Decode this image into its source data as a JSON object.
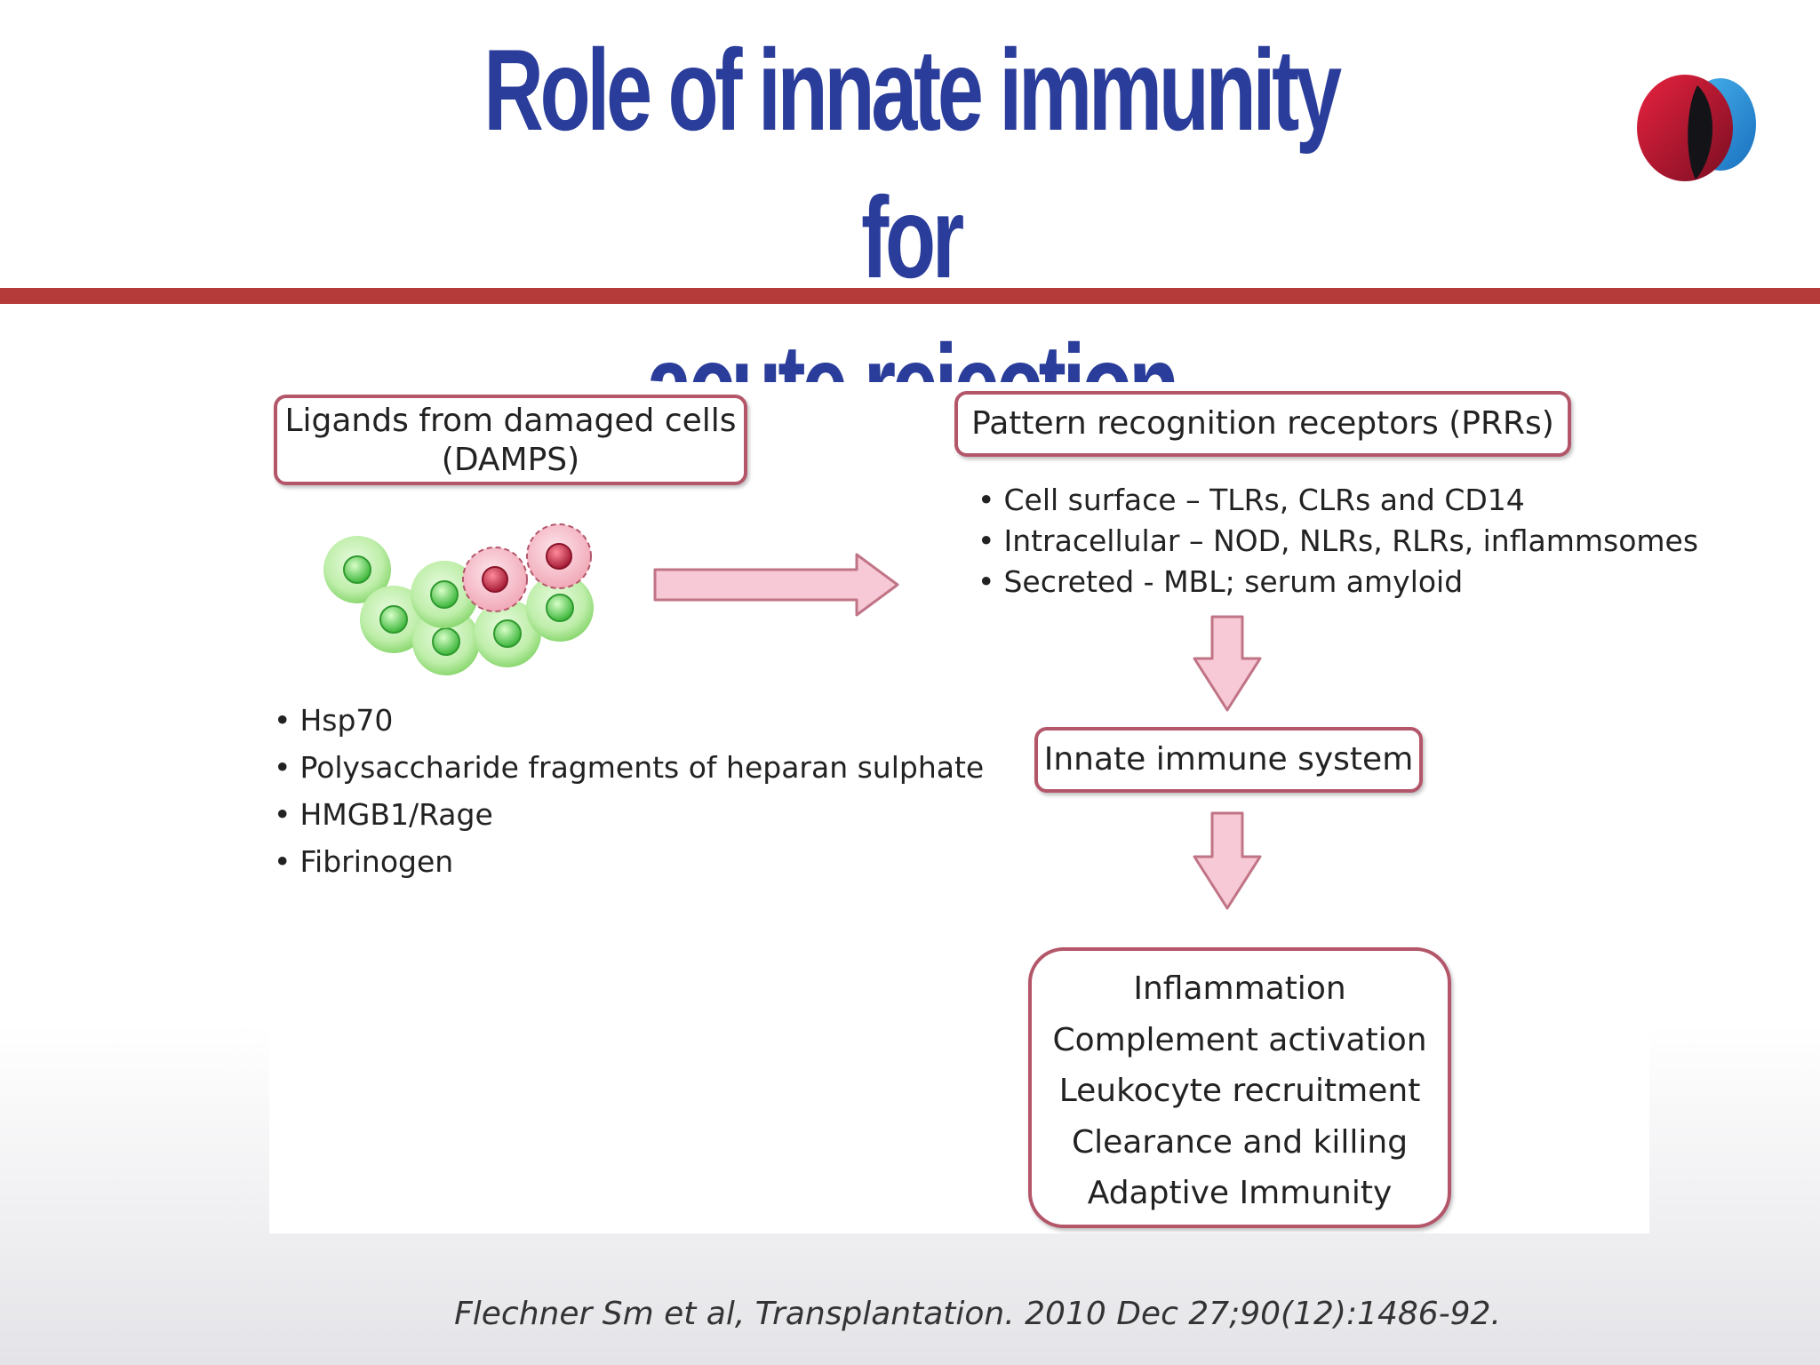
{
  "slide": {
    "title_line1": "Role of innate immunity for",
    "title_line2": "acute rejection",
    "citation": "Flechner Sm et al, Transplantation. 2010 Dec 27;90(12):1486-92."
  },
  "diagram": {
    "damps_box": {
      "line1": "Ligands from damaged cells",
      "line2": "(DAMPS)"
    },
    "damps_list": [
      "Hsp70",
      "Polysaccharide fragments of heparan sulphate",
      "HMGB1/Rage",
      "Fibrinogen"
    ],
    "prr_box": "Pattern recognition receptors (PRRs)",
    "prr_list": [
      "Cell surface – TLRs, CLRs and CD14",
      "Intracellular – NOD, NLRs, RLRs, inflammsomes",
      "Secreted - MBL; serum amyloid"
    ],
    "innate_box": "Innate immune system",
    "outcomes": [
      "Inflammation",
      "Complement activation",
      "Leukocyte recruitment",
      "Clearance and killing",
      "Adaptive Immunity"
    ]
  },
  "colors": {
    "title": "#2b3d9a",
    "rule": "#b53a3a",
    "box_border": "#b4566a",
    "arrow_fill": "#f7c9d6",
    "arrow_stroke": "#c07486",
    "healthy_cell": "#7fd86a",
    "damaged_cell": "#c8324a"
  },
  "icons": {
    "logo": "logo-icon",
    "cells": "cell-cluster-icon"
  }
}
